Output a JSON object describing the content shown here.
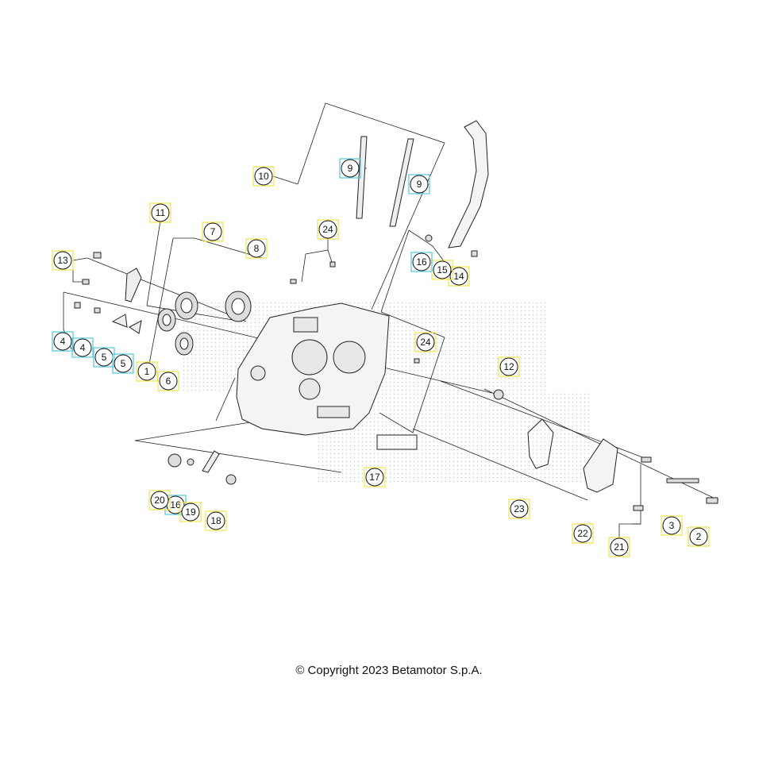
{
  "copyright": "© Copyright 2023 Betamotor S.p.A.",
  "colors": {
    "callout_yellow": "#f3e24a",
    "callout_cyan": "#4fc9e0",
    "line": "#222222",
    "part_fill": "#f4f4f4",
    "watermark": "#c9c9c9"
  },
  "callouts": [
    {
      "label": "1",
      "accent": "yellow"
    },
    {
      "label": "2",
      "accent": "yellow"
    },
    {
      "label": "3",
      "accent": "yellow"
    },
    {
      "label": "4",
      "accent": "cyan"
    },
    {
      "label": "4",
      "accent": "cyan"
    },
    {
      "label": "5",
      "accent": "cyan"
    },
    {
      "label": "5",
      "accent": "cyan"
    },
    {
      "label": "6",
      "accent": "yellow"
    },
    {
      "label": "7",
      "accent": "yellow"
    },
    {
      "label": "8",
      "accent": "yellow"
    },
    {
      "label": "9",
      "accent": "cyan"
    },
    {
      "label": "9",
      "accent": "cyan"
    },
    {
      "label": "10",
      "accent": "yellow"
    },
    {
      "label": "11",
      "accent": "yellow"
    },
    {
      "label": "12",
      "accent": "yellow"
    },
    {
      "label": "13",
      "accent": "yellow"
    },
    {
      "label": "14",
      "accent": "yellow"
    },
    {
      "label": "15",
      "accent": "yellow"
    },
    {
      "label": "16",
      "accent": "cyan"
    },
    {
      "label": "16",
      "accent": "cyan"
    },
    {
      "label": "17",
      "accent": "yellow"
    },
    {
      "label": "18",
      "accent": "yellow"
    },
    {
      "label": "19",
      "accent": "yellow"
    },
    {
      "label": "20",
      "accent": "yellow"
    },
    {
      "label": "21",
      "accent": "yellow"
    },
    {
      "label": "22",
      "accent": "yellow"
    },
    {
      "label": "23",
      "accent": "yellow"
    },
    {
      "label": "24",
      "accent": "yellow"
    },
    {
      "label": "24",
      "accent": "yellow"
    }
  ]
}
